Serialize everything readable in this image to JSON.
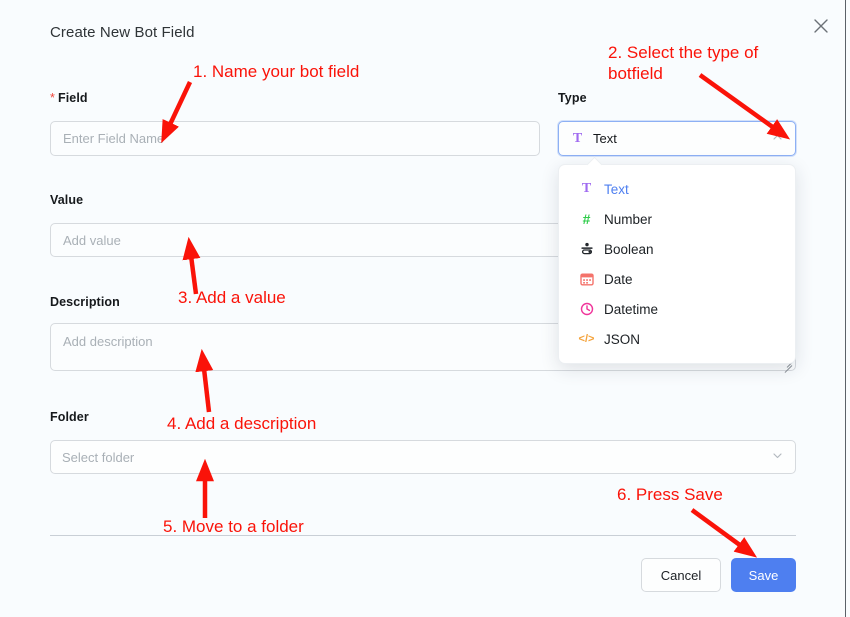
{
  "dialog": {
    "title": "Create New Bot Field",
    "close_icon": "close-icon"
  },
  "form": {
    "field": {
      "label": "Field",
      "required_marker": "*",
      "placeholder": "Enter Field Name",
      "value": ""
    },
    "type": {
      "label": "Type",
      "selected": "Text",
      "selected_icon": "text-type-icon",
      "chevron_icon": "chevron-up-icon",
      "options": [
        {
          "label": "Text",
          "icon": "text-type-icon",
          "color": "#a06bf0",
          "glyph": "T",
          "selected": true
        },
        {
          "label": "Number",
          "icon": "number-type-icon",
          "color": "#2ecc4a",
          "glyph": "#",
          "selected": false
        },
        {
          "label": "Boolean",
          "icon": "boolean-type-icon",
          "color": "#22262b",
          "glyph": "⚖",
          "selected": false
        },
        {
          "label": "Date",
          "icon": "date-type-icon",
          "color": "#f4736b",
          "glyph": "Ὄ5",
          "selected": false
        },
        {
          "label": "Datetime",
          "icon": "datetime-type-icon",
          "color": "#f0349a",
          "glyph": "◴",
          "selected": false
        },
        {
          "label": "JSON",
          "icon": "json-type-icon",
          "color": "#f4a23a",
          "glyph": "</>",
          "selected": false
        }
      ]
    },
    "value": {
      "label": "Value",
      "placeholder": "Add value",
      "value": ""
    },
    "description": {
      "label": "Description",
      "placeholder": "Add description",
      "value": ""
    },
    "folder": {
      "label": "Folder",
      "placeholder": "Select folder",
      "value": "",
      "chevron_icon": "chevron-down-icon"
    }
  },
  "footer": {
    "cancel_label": "Cancel",
    "save_label": "Save",
    "save_color": "#4e7ff0"
  },
  "annotations": {
    "color": "#fa1309",
    "steps": [
      {
        "text": "1. Name your bot field"
      },
      {
        "text": "2. Select the type of\nbotfield"
      },
      {
        "text": "3. Add a value"
      },
      {
        "text": "4. Add a description"
      },
      {
        "text": "5. Move to a folder"
      },
      {
        "text": "6. Press Save"
      }
    ]
  }
}
